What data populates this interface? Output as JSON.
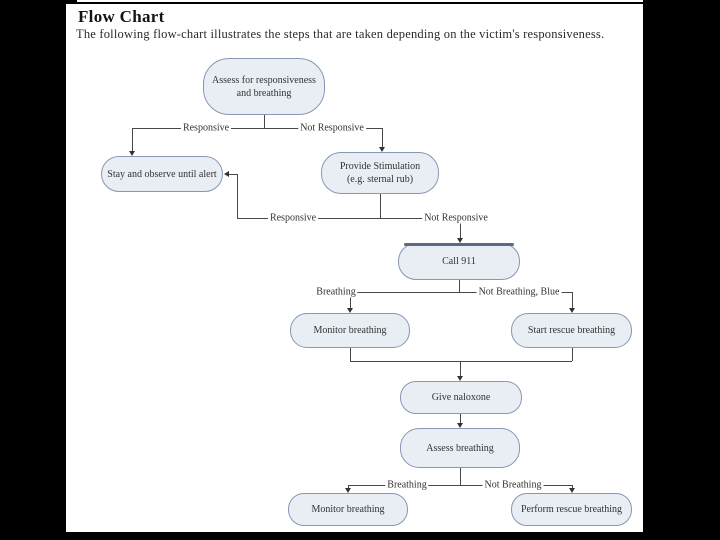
{
  "document": {
    "title": "Flow Chart",
    "subtitle": "The following flow-chart illustrates the steps that are taken depending on the victim's responsiveness."
  },
  "colors": {
    "background": "#000000",
    "page": "#ffffff",
    "node_fill": "#e9edf4",
    "node_border": "#8698b3",
    "node_text": "#333333",
    "connector": "#474747",
    "call911_top_edge": "#5b6a84"
  },
  "diagram": {
    "type": "flowchart",
    "nodes": [
      {
        "id": "assess-responsiveness",
        "line1": "Assess for responsiveness",
        "line2": "and breathing",
        "text": "Assess for responsiveness and breathing"
      },
      {
        "id": "stay-observe",
        "text": "Stay and observe until alert"
      },
      {
        "id": "provide-stimulation",
        "line1": "Provide Stimulation",
        "line2": "(e.g. sternal rub)",
        "text": "Provide Stimulation (e.g. sternal rub)"
      },
      {
        "id": "call-911",
        "text": "Call 911"
      },
      {
        "id": "monitor-breathing-1",
        "text": "Monitor breathing"
      },
      {
        "id": "start-rescue-breathing",
        "text": "Start rescue breathing"
      },
      {
        "id": "give-naloxone",
        "text": "Give naloxone"
      },
      {
        "id": "assess-breathing",
        "text": "Assess breathing"
      },
      {
        "id": "monitor-breathing-2",
        "text": "Monitor breathing"
      },
      {
        "id": "perform-rescue-breathing",
        "text": "Perform rescue breathing"
      }
    ],
    "edges": [
      {
        "from": "assess-responsiveness",
        "to": "stay-observe",
        "label": "Responsive"
      },
      {
        "from": "assess-responsiveness",
        "to": "provide-stimulation",
        "label": "Not Responsive"
      },
      {
        "from": "provide-stimulation",
        "to": "stay-observe",
        "label": "Responsive"
      },
      {
        "from": "provide-stimulation",
        "to": "call-911",
        "label": "Not Responsive"
      },
      {
        "from": "call-911",
        "to": "monitor-breathing-1",
        "label": "Breathing"
      },
      {
        "from": "call-911",
        "to": "start-rescue-breathing",
        "label": "Not Breathing, Blue"
      },
      {
        "from": "monitor-breathing-1",
        "to": "give-naloxone"
      },
      {
        "from": "start-rescue-breathing",
        "to": "give-naloxone"
      },
      {
        "from": "give-naloxone",
        "to": "assess-breathing"
      },
      {
        "from": "assess-breathing",
        "to": "monitor-breathing-2",
        "label": "Breathing"
      },
      {
        "from": "assess-breathing",
        "to": "perform-rescue-breathing",
        "label": "Not Breathing"
      }
    ]
  }
}
